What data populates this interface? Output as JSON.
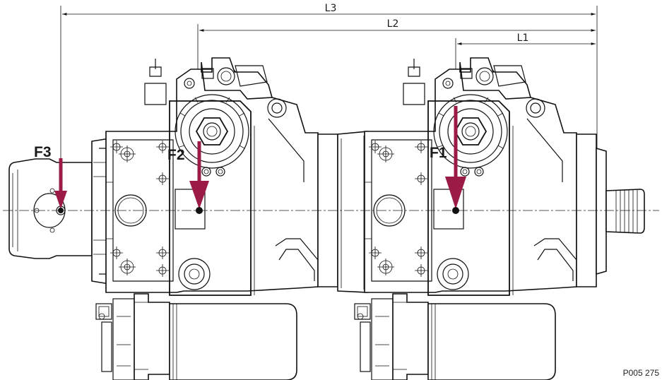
{
  "dimensions": {
    "l3": "L3",
    "l2": "L2",
    "l1": "L1"
  },
  "forces": {
    "f3": "F3",
    "f2": "F2",
    "f1": "F1"
  },
  "figure_ref": "P005 275",
  "colors": {
    "arrow": "#9b1b46",
    "line": "#111111",
    "background": "#ffffff"
  }
}
